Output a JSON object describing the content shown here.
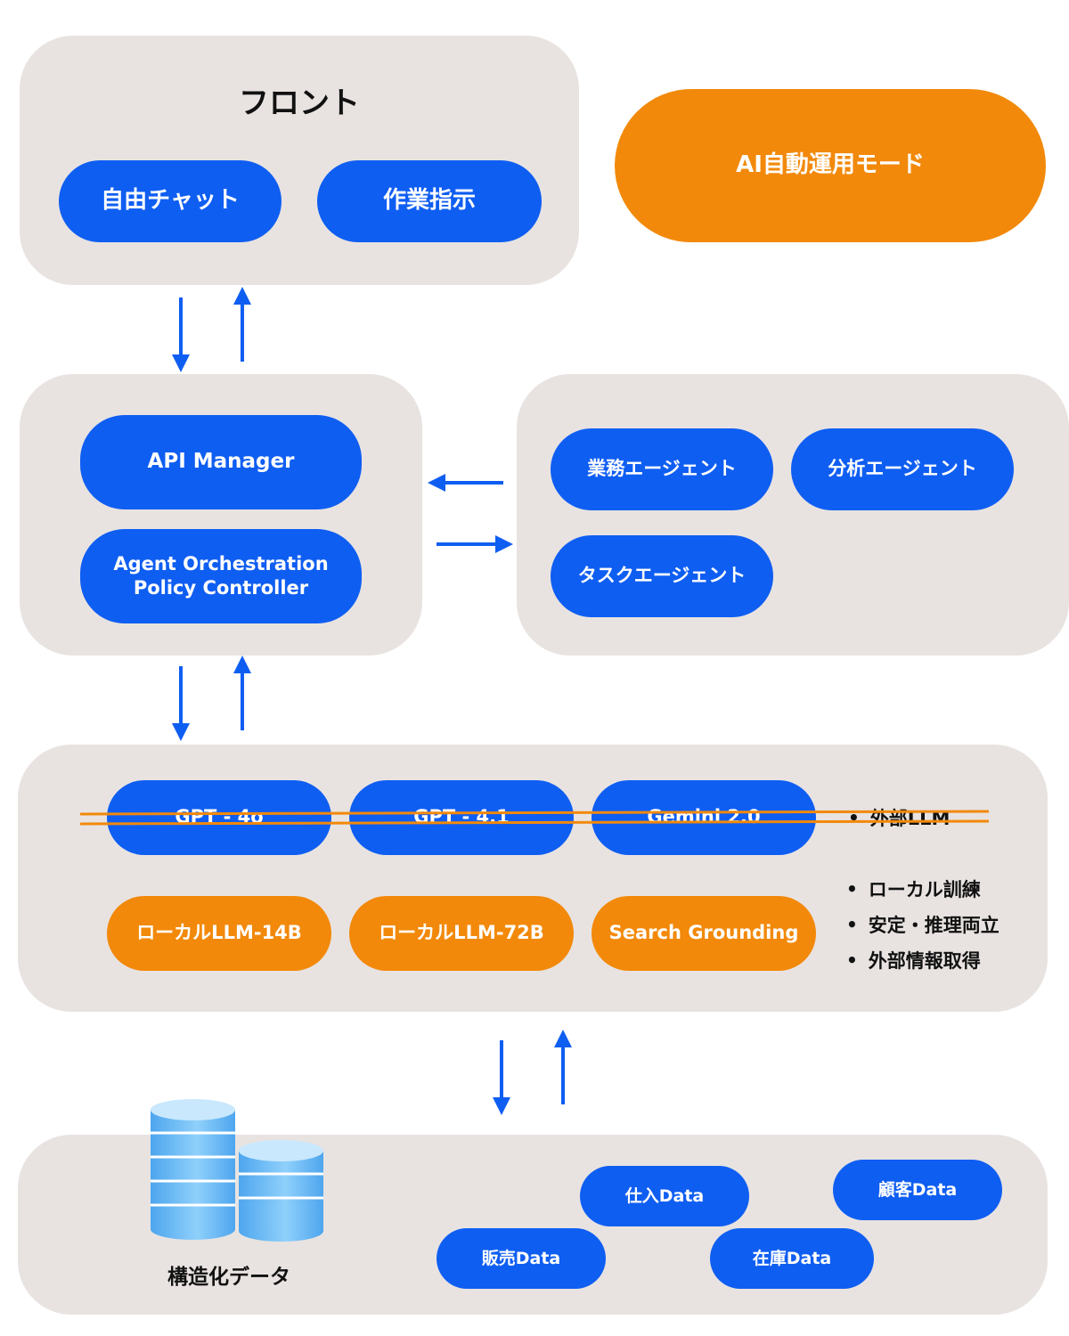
{
  "front": {
    "title": "フロント",
    "buttons": [
      "自由チャット",
      "作業指示"
    ]
  },
  "ai_mode": {
    "label": "AI自動運用モード"
  },
  "api_panel": {
    "api_manager": "API Manager",
    "orchestration": "Agent Orchestration\nPolicy Controller"
  },
  "agents": {
    "items": [
      "業務エージェント",
      "分析エージェント",
      "タスクエージェント"
    ]
  },
  "llm": {
    "external_models": [
      "GPT - 4o",
      "GPT - 4.1",
      "Gemini 2.0"
    ],
    "external_label": "外部LLM",
    "local_models": [
      "ローカルLLM-14B",
      "ローカルLLM-72B",
      "Search Grounding"
    ],
    "features": [
      "ローカル訓練",
      "安定・推理両立",
      "外部情報取得"
    ]
  },
  "data": {
    "structured_label": "構造化データ",
    "sources": [
      "仕入Data",
      "顧客Data",
      "販売Data",
      "在庫Data"
    ]
  },
  "colors": {
    "panel": "#e8e3e1",
    "blue": "#0f5ef2",
    "orange": "#f2890a"
  }
}
